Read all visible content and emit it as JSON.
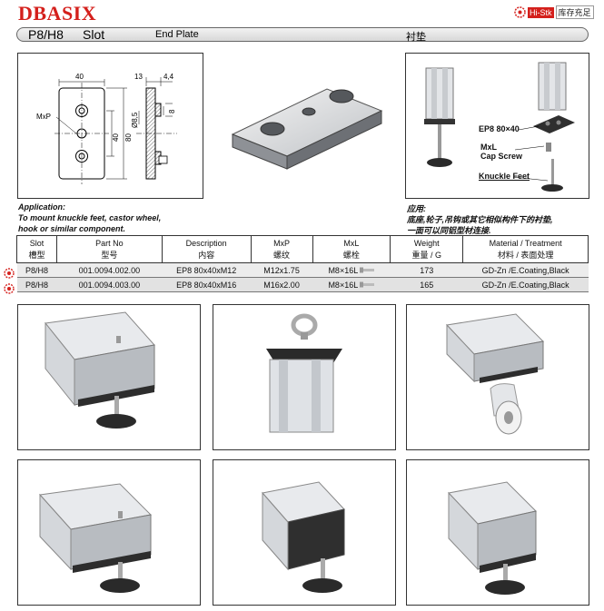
{
  "header": {
    "brand": "DBASIX",
    "stock_badge": "Hi-Stk",
    "stock_text": "库存充足"
  },
  "title_bar": {
    "slot": "P8/H8",
    "slot_word": "Slot",
    "name_en": "End Plate",
    "name_cn": "衬垫"
  },
  "drawing": {
    "dim_width": "40",
    "dim_height": "80",
    "dim_hole_pitch": "40",
    "dim_side_13": "13",
    "dim_side_4_4": "4,4",
    "dim_dia": "Ø8,5",
    "dim_side_8": "8",
    "label_mxp": "MxP"
  },
  "assembly_callouts": {
    "ep8": "EP8 80×40",
    "mxl": "MxL",
    "cap_screw": "Cap Screw",
    "knuckle_feet": "Knuckle Feet"
  },
  "application": {
    "en_title": "Application:",
    "en_line1": "To mount knuckle feet, castor wheel,",
    "en_line2": "hook or similar component.",
    "cn_title": "应用:",
    "cn_line1": "底座,轮子,吊钩或其它相似构件下的衬垫,",
    "cn_line2": "一面可以同铝型材连接."
  },
  "table": {
    "headers": [
      {
        "en": "Slot",
        "cn": "槽型"
      },
      {
        "en": "Part No",
        "cn": "型号"
      },
      {
        "en": "Description",
        "cn": "内容"
      },
      {
        "en": "MxP",
        "cn": "螺纹"
      },
      {
        "en": "MxL",
        "cn": "螺栓"
      },
      {
        "en": "Weight",
        "cn": "重量 / G"
      },
      {
        "en": "Material / Treatment",
        "cn": "材料 / 表面处理"
      }
    ],
    "rows": [
      {
        "slot": "P8/H8",
        "part_no": "001.0094.002.00",
        "description": "EP8 80x40xM12",
        "mxp": "M12x1.75",
        "mxl": "M8×16L",
        "weight": "173",
        "material": "GD-Zn /E.Coating,Black"
      },
      {
        "slot": "P8/H8",
        "part_no": "001.0094.003.00",
        "description": "EP8 80x40xM16",
        "mxp": "M16x2.00",
        "mxl": "M8×16L",
        "weight": "165",
        "material": "GD-Zn /E.Coating,Black"
      }
    ]
  },
  "colors": {
    "brand_red": "#d4201c",
    "metal": "#c9ccd0",
    "dark": "#2a2a2a"
  }
}
